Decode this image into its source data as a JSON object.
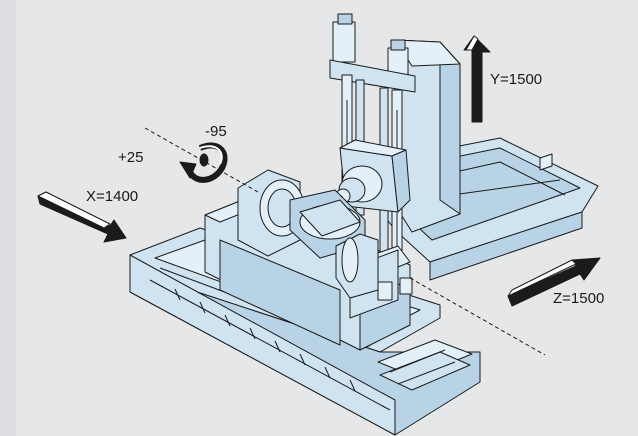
{
  "labels": {
    "x_travel": "X=1400",
    "y_travel": "Y=1500",
    "z_travel": "Z=1500",
    "tilt_positive": "+25",
    "tilt_negative": "-95"
  },
  "colors": {
    "background": "#e6e7e9",
    "machine_fill": "#cfe3f1",
    "machine_fill_dark": "#b9d3e6",
    "machine_fill_light": "#e4f0f8",
    "outline": "#1b1b1b",
    "arrow": "#1b1b1b"
  }
}
